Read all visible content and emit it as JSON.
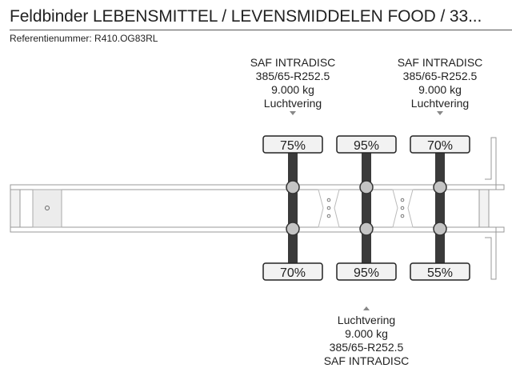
{
  "header": {
    "title": "Feldbinder LEBENSMITTEL / LEVENSMIDDELEN FOOD / 33...",
    "reference": "Referentienummer: R410.OG83RL"
  },
  "axles": [
    {
      "top_load": "75%",
      "bottom_load": "70%"
    },
    {
      "top_load": "95%",
      "bottom_load": "95%"
    },
    {
      "top_load": "70%",
      "bottom_load": "55%"
    }
  ],
  "specs_top": [
    {
      "brand": "SAF INTRADISC",
      "tire": "385/65-R252.5",
      "weight": "9.000 kg",
      "suspension": "Luchtvering"
    },
    {
      "brand": "SAF INTRADISC",
      "tire": "385/65-R252.5",
      "weight": "9.000 kg",
      "suspension": "Luchtvering"
    }
  ],
  "spec_bottom": {
    "suspension": "Luchtvering",
    "weight": "9.000 kg",
    "tire": "385/65-R252.5",
    "brand": "SAF INTRADISC"
  }
}
